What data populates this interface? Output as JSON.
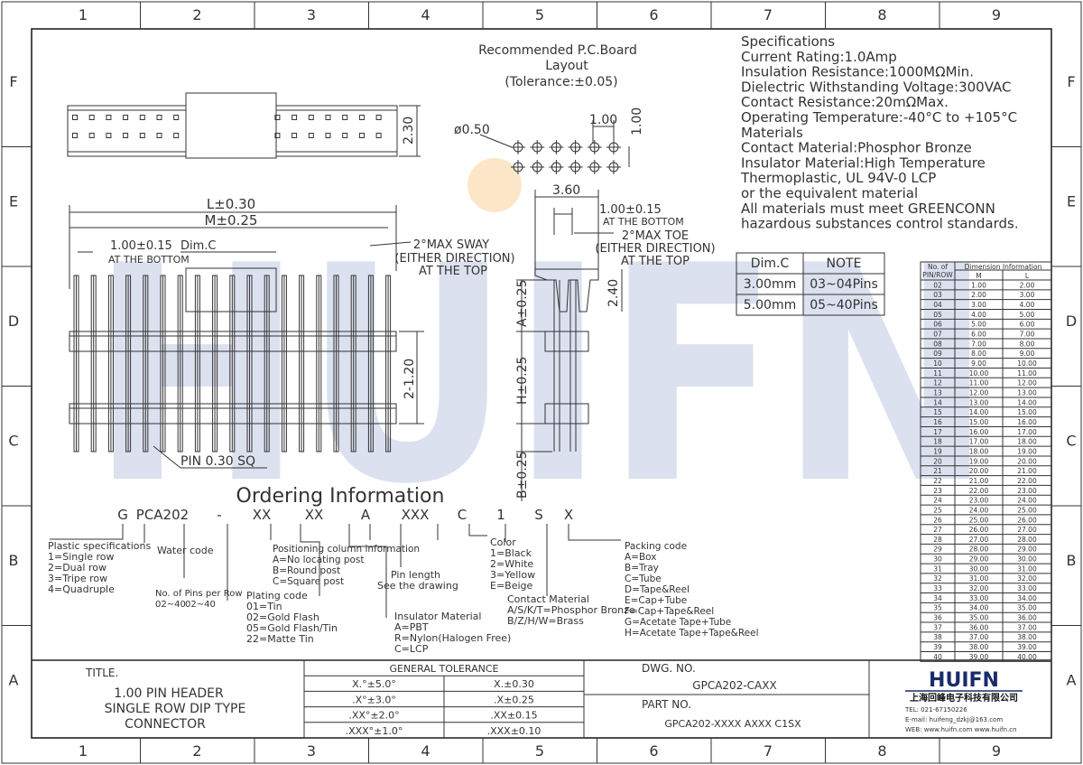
{
  "frame": {
    "col_labels": [
      "1",
      "2",
      "3",
      "4",
      "5",
      "6",
      "7",
      "8",
      "9"
    ],
    "row_labels": [
      "F",
      "E",
      "D",
      "C",
      "B",
      "A"
    ]
  },
  "watermark": {
    "text": "HUIFN",
    "colors": [
      "#dbe1ef",
      "#fbe7c8"
    ]
  },
  "pcb_layout": {
    "title_lines": [
      "Recommended P.C.Board",
      "Layout",
      "(Tolerance:±0.05)"
    ],
    "hole_dim": "ø0.50",
    "pitch_dim": "1.00",
    "row_dim": "1.00"
  },
  "top_view": {
    "height_dim": "2.30"
  },
  "front_view": {
    "l_dim": "L±0.30",
    "m_dim": "M±0.25",
    "pitch_dim": "1.00±0.15",
    "pitch_note": "AT THE BOTTOM",
    "dimc": "Dim.C",
    "sway_lines": [
      "2°MAX SWAY",
      "(EITHER DIRECTION)",
      "AT THE TOP"
    ],
    "row_dim": "2-1.20",
    "pin_note": "PIN 0.30 SQ"
  },
  "side_view": {
    "width_dim": "3.60",
    "pitch_dim": "1.00±0.15",
    "pitch_note": "AT THE BOTTOM",
    "toe_lines": [
      "2°MAX TOE",
      "(EITHER DIRECTION)",
      "AT THE TOP"
    ],
    "height_dim": "2.40",
    "a_dim": "A±0.25",
    "h_dim": "H±0.25",
    "b_dim": "B±0.25"
  },
  "specs": {
    "lines": [
      "Specifications",
      "Current Rating:1.0Amp",
      "Insulation Resistance:1000MΩMin.",
      "Dielectric Withstanding Voltage:300VAC",
      "Contact Resistance:20mΩMax.",
      "Operating Temperature:-40°C to +105°C",
      "Materials",
      "Contact Material:Phosphor Bronze",
      "Insulator Material:High Temperature",
      "Thermoplastic, UL 94V-0 LCP",
      "or the equivalent material",
      "All materials must meet GREENCONN",
      "hazardous substances control standards."
    ]
  },
  "dimc_table": {
    "headers": [
      "Dim.C",
      "NOTE"
    ],
    "rows": [
      [
        "3.00mm",
        "03~04Pins"
      ],
      [
        "5.00mm",
        "05~40Pins"
      ]
    ]
  },
  "dim_table": {
    "header_left": [
      "No. of",
      "PIN/ROW"
    ],
    "header_group": "Dimension Information",
    "header_cols": [
      "M",
      "L"
    ],
    "rows": [
      [
        "02",
        "1.00",
        "2.00"
      ],
      [
        "03",
        "2.00",
        "3.00"
      ],
      [
        "04",
        "3.00",
        "4.00"
      ],
      [
        "05",
        "4.00",
        "5.00"
      ],
      [
        "06",
        "5.00",
        "6.00"
      ],
      [
        "07",
        "6.00",
        "7.00"
      ],
      [
        "08",
        "7.00",
        "8.00"
      ],
      [
        "09",
        "8.00",
        "9.00"
      ],
      [
        "10",
        "9.00",
        "10.00"
      ],
      [
        "11",
        "10.00",
        "11.00"
      ],
      [
        "12",
        "11.00",
        "12.00"
      ],
      [
        "13",
        "12.00",
        "13.00"
      ],
      [
        "14",
        "13.00",
        "14.00"
      ],
      [
        "15",
        "14.00",
        "15.00"
      ],
      [
        "16",
        "15.00",
        "16.00"
      ],
      [
        "17",
        "16.00",
        "17.00"
      ],
      [
        "18",
        "17.00",
        "18.00"
      ],
      [
        "19",
        "18.00",
        "19.00"
      ],
      [
        "20",
        "19.00",
        "20.00"
      ],
      [
        "21",
        "20.00",
        "21.00"
      ],
      [
        "22",
        "21.00",
        "22.00"
      ],
      [
        "23",
        "22.00",
        "23.00"
      ],
      [
        "24",
        "23.00",
        "24.00"
      ],
      [
        "25",
        "24.00",
        "25.00"
      ],
      [
        "26",
        "25.00",
        "26.00"
      ],
      [
        "27",
        "26.00",
        "27.00"
      ],
      [
        "28",
        "27.00",
        "28.00"
      ],
      [
        "29",
        "28.00",
        "29.00"
      ],
      [
        "30",
        "29.00",
        "30.00"
      ],
      [
        "31",
        "30.00",
        "31.00"
      ],
      [
        "32",
        "31.00",
        "32.00"
      ],
      [
        "33",
        "32.00",
        "33.00"
      ],
      [
        "34",
        "33.00",
        "34.00"
      ],
      [
        "35",
        "34.00",
        "35.00"
      ],
      [
        "36",
        "35.00",
        "36.00"
      ],
      [
        "37",
        "36.00",
        "37.00"
      ],
      [
        "38",
        "37.00",
        "38.00"
      ],
      [
        "39",
        "38.00",
        "39.00"
      ],
      [
        "40",
        "39.00",
        "40.00"
      ]
    ]
  },
  "ordering": {
    "title": "Ordering Information",
    "code": [
      "G",
      "PCA202",
      "-",
      "XX",
      "XX",
      "A",
      "XXX",
      "C",
      "1",
      "S",
      "X"
    ],
    "plastic": [
      "Plastic specifications",
      "1=Single row",
      "2=Dual row",
      "3=Tripe row",
      "4=Quadruple"
    ],
    "water": "Water code",
    "pins_per_row": [
      "No. of Pins per Row",
      "02~40"
    ],
    "plating": [
      "Plating code",
      "01=Tin",
      "02=Gold Flash",
      "05=Gold Flash/Tin",
      "22=Matte Tin"
    ],
    "positioning": [
      "Positioning column information",
      "A=No locating post",
      "B=Round post",
      "C=Square post"
    ],
    "pin_length": [
      "Pin length",
      "See the drawing"
    ],
    "insulator": [
      "Insulator Material",
      "A=PBT",
      "R=Nylon(Halogen Free)",
      "C=LCP"
    ],
    "color": [
      "Color",
      "1=Black",
      "2=White",
      "3=Yellow",
      "E=Beige"
    ],
    "contact": [
      "Contact Material",
      "A/S/K/T=Phosphor Bronze",
      "B/Z/H/W=Brass"
    ],
    "packing": [
      "Packing code",
      "A=Box",
      "B=Tray",
      "C=Tube",
      "D=Tape&Reel",
      "E=Cap+Tube",
      "F=Cap+Tape&Reel",
      "G=Acetate Tape+Tube",
      "H=Acetate Tape+Tape&Reel"
    ]
  },
  "title_block": {
    "title_label": "TITLE.",
    "title_lines": [
      "1.00 PIN HEADER",
      "SINGLE ROW DIP TYPE",
      "CONNECTOR"
    ],
    "tolerance_header": "GENERAL TOLERANCE",
    "tolerance_rows": [
      [
        "X.°±5.0°",
        "X.±0.30"
      ],
      [
        ".X°±3.0°",
        ".X±0.25"
      ],
      [
        ".XX°±2.0°",
        ".XX±0.15"
      ],
      [
        ".XXX°±1.0°",
        ".XXX±0.10"
      ]
    ],
    "dwg_label": "DWG. NO.",
    "dwg_no": "GPCA202-CAXX",
    "part_label": "PART NO.",
    "part_no": "GPCA202-XXXX AXXX C1SX",
    "company_logo": "HUIFN",
    "company_name": "上海回峰电子科技有限公司",
    "tel": "TEL: 021-67150226",
    "email": "E-mail: huifeng_dzkj@163.com",
    "web": "WEB: www.huifn.com  www.huifn.cn"
  }
}
